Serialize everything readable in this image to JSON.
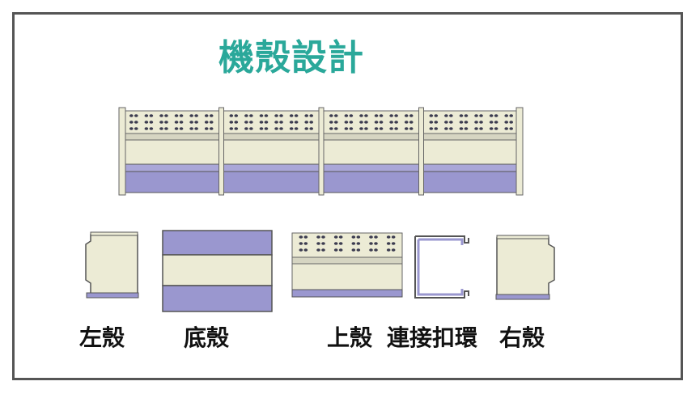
{
  "title": "機殼設計",
  "labels": {
    "left_shell": "左殼",
    "bottom_shell": "底殼",
    "top_shell": "上殼",
    "connector_ring": "連接扣環",
    "right_shell": "右殼"
  },
  "colors": {
    "title": "#2aa89a",
    "cream_panel": "#ecebd5",
    "purple_panel": "#9a97cf",
    "outline": "#555555",
    "frame_border": "#555555"
  },
  "assembly": {
    "segments": 4
  }
}
